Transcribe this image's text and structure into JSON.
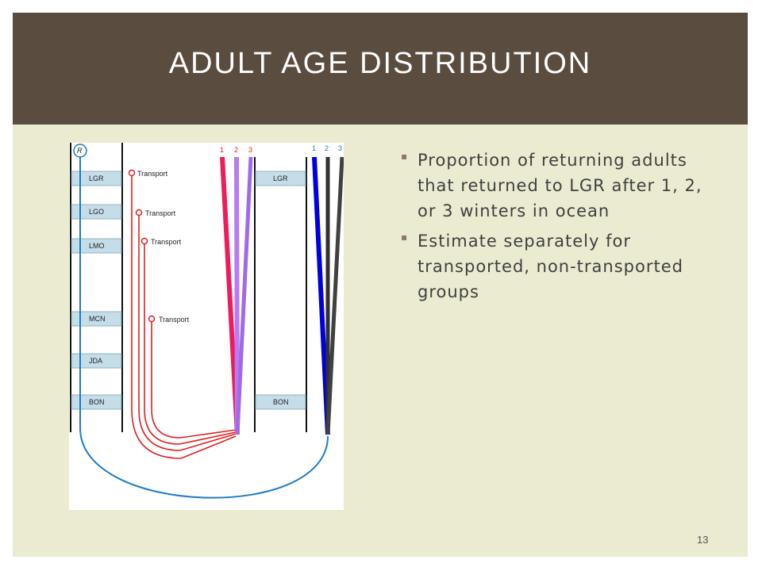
{
  "slide": {
    "title": "ADULT AGE DISTRIBUTION",
    "page_number": "13",
    "colors": {
      "title_bar": "#5a4c3f",
      "background": "#ebebd1",
      "river": "#1f7bc4",
      "transport": "#e02020",
      "transported_winter_1": "#ee1c5a",
      "transported_winter_2": "#b77cf0",
      "transported_winter_3": "#a06ae6",
      "in_river_winter_1": "#0000dd",
      "in_river_winter_2": "#303030",
      "in_river_winter_3": "#404040"
    }
  },
  "bullets": [
    "Proportion of returning adults that returned to LGR after 1, 2, or 3 winters in ocean",
    "Estimate separately for transported, non-transported groups"
  ],
  "diagram": {
    "release_marker": "R",
    "left_dams": [
      "LGR",
      "LGO",
      "LMO",
      "MCN",
      "JDA",
      "BON"
    ],
    "transport_label": "Transport",
    "transport_sites": [
      "Transport",
      "Transport",
      "Transport",
      "Transport"
    ],
    "transported_winters": [
      "1",
      "2",
      "3"
    ],
    "in_river_winters": [
      "1",
      "2",
      "3"
    ],
    "right_dams": [
      "LGR",
      "BON"
    ]
  }
}
